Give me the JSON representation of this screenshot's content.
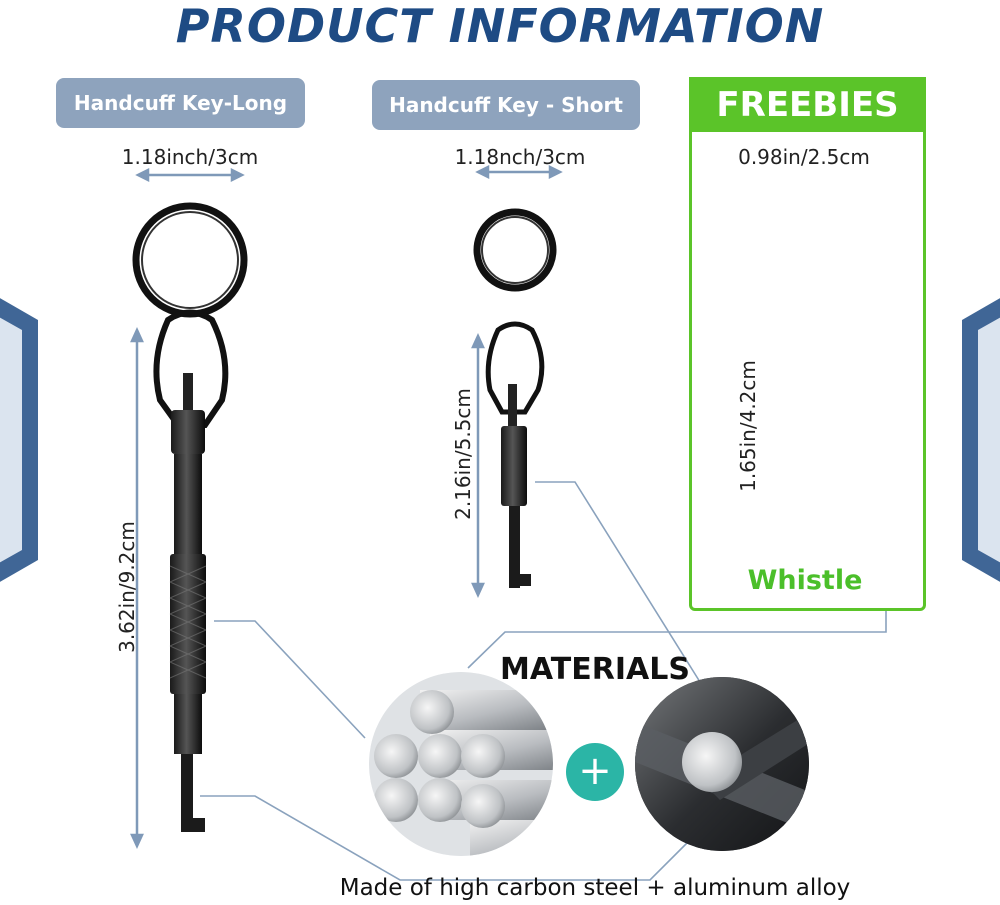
{
  "title": "PRODUCT INFORMATION",
  "products": {
    "long": {
      "label": "Handcuff Key-Long",
      "width": "1.18inch/3cm",
      "height": "3.62in/9.2cm"
    },
    "short": {
      "label": "Handcuff Key - Short",
      "width": "1.18nch/3cm",
      "height": "2.16in/5.5cm"
    },
    "freebies": {
      "label": "FREEBIES",
      "width": "0.98in/2.5cm",
      "height": "1.65in/4.2cm",
      "item": "Whistle"
    }
  },
  "materials": {
    "heading": "MATERIALS",
    "plus": "+",
    "description": "Made of high carbon steel + aluminum alloy"
  },
  "colors": {
    "title": "#1e4b84",
    "pill": "#8ea3bd",
    "freebies": "#5bc429",
    "plus_circle": "#2bb5a6"
  }
}
